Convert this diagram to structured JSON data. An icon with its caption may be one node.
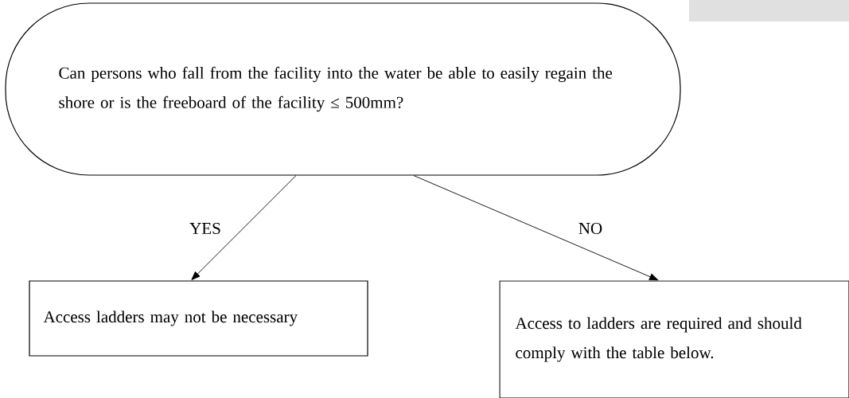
{
  "diagram": {
    "nodes": [
      {
        "text": [
          "Can persons who fall from the facility into the water be able to easily regain the shore or is the freeboard of the facility ≤ 500mm?"
        ]
      },
      {
        "text": [
          "Access ladders may not be necessary"
        ]
      },
      {
        "text": [
          "Access to ladders are required and should comply with the table below."
        ]
      }
    ],
    "edges": [
      {
        "from": 0,
        "to": 1,
        "arrow": "to",
        "label": "YES"
      },
      {
        "from": 0,
        "to": 2,
        "arrow": "to",
        "label": "NO"
      }
    ]
  }
}
